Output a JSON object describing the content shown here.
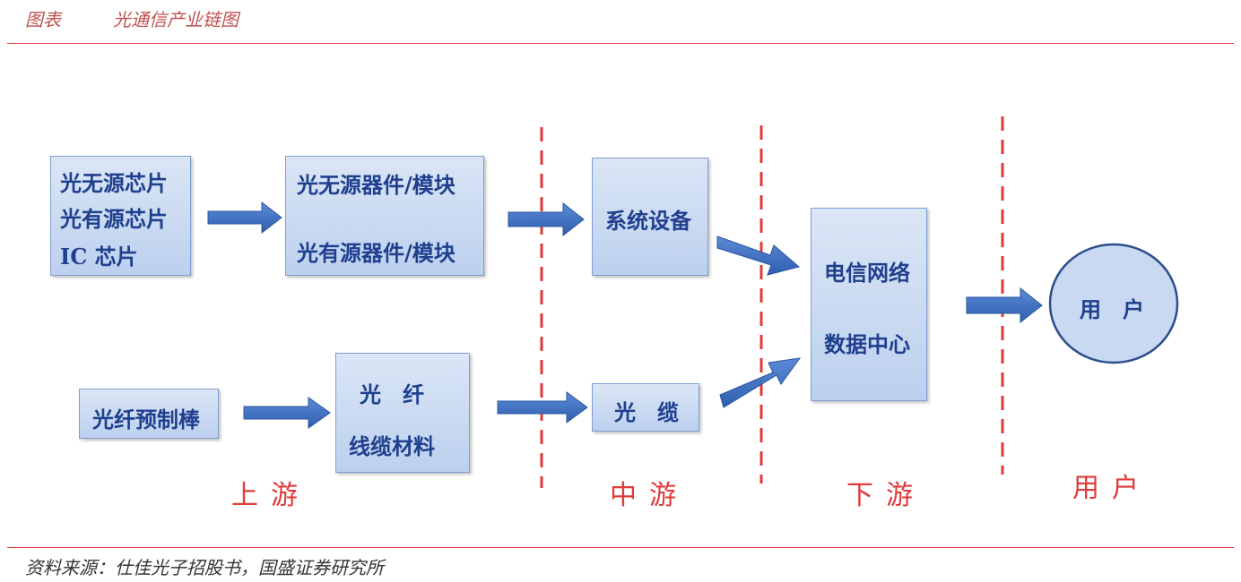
{
  "header": {
    "figure_label": "图表",
    "title": "光通信产业链图"
  },
  "boxes": {
    "chips": {
      "line1": "光无源芯片",
      "line2": "光有源芯片",
      "line3": "IC 芯片"
    },
    "devices": {
      "line1": "光无源器件/模块",
      "line2": "光有源器件/模块"
    },
    "preform": {
      "line1": "光纤预制棒"
    },
    "fiber_materials": {
      "line1": "光　纤",
      "line2": "线缆材料"
    },
    "system_equipment": {
      "line1": "系统设备"
    },
    "cable": {
      "line1": "光　缆"
    },
    "network": {
      "line1": "电信网络",
      "line2": "数据中心"
    },
    "user": {
      "line1": "用　户"
    }
  },
  "stages": {
    "upstream": "上游",
    "midstream": "中游",
    "downstream": "下游",
    "users": "用户"
  },
  "footer": {
    "source": "资料来源：仕佳光子招股书，国盛证券研究所"
  },
  "colors": {
    "accent_red": "#e03a3a",
    "box_text": "#1f3f8f",
    "arrow_blue": "#3a6fc2",
    "box_fill": "#c8d8f0"
  }
}
